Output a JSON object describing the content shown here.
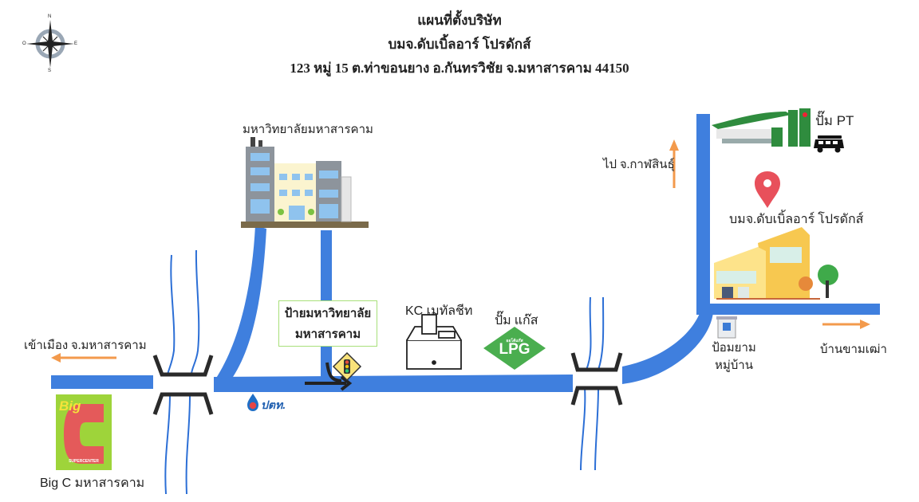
{
  "header": {
    "title": "แผนที่ตั้งบริษัท",
    "company": "บมจ.ดับเบิ้ลอาร์ โปรดักส์",
    "address": "123 หมู่ 15 ต.ท่าขอนยาง อ.กันทรวิชัย จ.มหาสารคาม 44150"
  },
  "compass": {
    "north": "N",
    "south": "S",
    "east": "E",
    "west": "O"
  },
  "landmarks": {
    "university": "มหาวิทยาลัยมหาสารคาม",
    "bus_stop_line1": "ป้ายมหาวิทยาลัย",
    "bus_stop_line2": "มหาสารคาม",
    "kc_metal": "KC เมทัลชีท",
    "lpg_label": "ปั๊ม แก๊ส",
    "lpg_logo": "LPG",
    "lpg_logo_small": "ออโต้แก๊ส",
    "ptt_logo": "ปตท.",
    "pt_station": "ปั๊ม PT",
    "company_label": "บมจ.ดับเบิ้ลอาร์ โปรดักส์",
    "guard_line1": "ป้อมยาม",
    "guard_line2": "หมู่บ้าน",
    "bigc_label": "Big C มหาสารคาม",
    "bigc_logo_top": "Big",
    "bigc_logo_letter": "C",
    "bigc_logo_bottom": "SUPERCENTER"
  },
  "directions": {
    "to_city": "เข้าเมือง จ.มหาสารคาม",
    "to_kalasin": "ไป จ.กาฬสินธุ์",
    "to_bankhammao": "บ้านขามเฒ่า"
  },
  "colors": {
    "road": "#3f7fde",
    "arrow": "#f39a4c",
    "pin": "#e8505b",
    "lpg": "#4aae4f",
    "bigc_bg": "#9ed43a",
    "bigc_c": "#e45a5a"
  }
}
